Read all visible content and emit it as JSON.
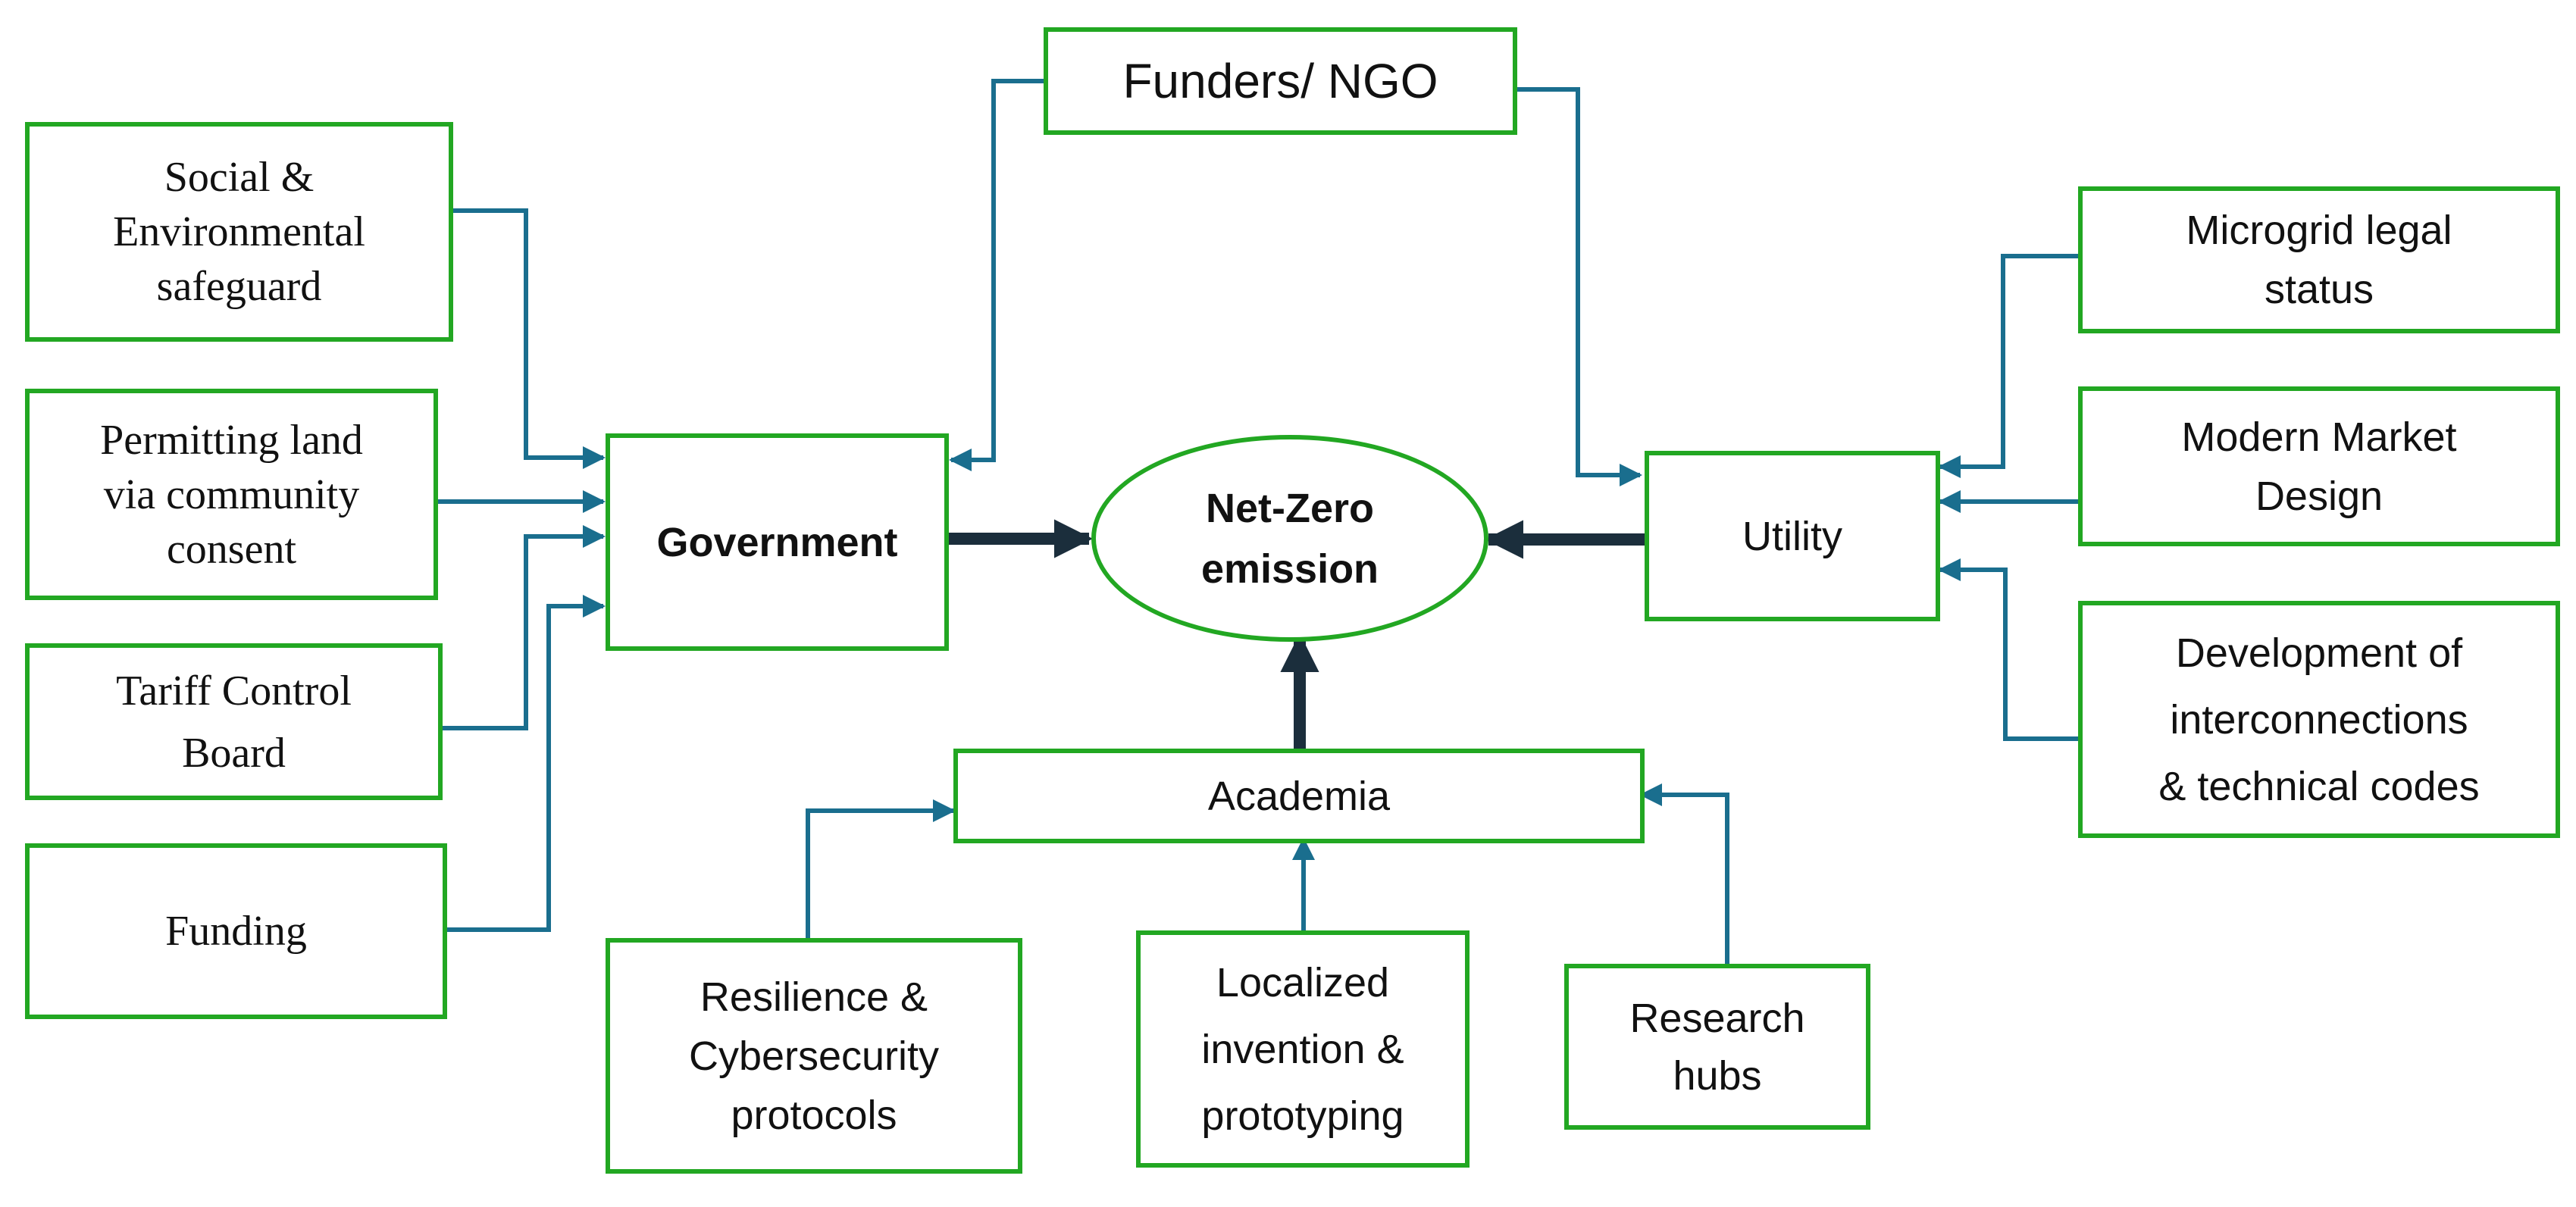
{
  "colors": {
    "box_border": "#22a722",
    "connector": "#1a6e8e",
    "main_arrow": "#1b2e3c"
  },
  "nodes": {
    "funders": "Funders/ NGO",
    "government": "Government",
    "net_zero": "Net-Zero\nemission",
    "utility": "Utility",
    "academia": "Academia",
    "social_env": "Social &\nEnvironmental\nsafeguard",
    "permitting": "Permitting land\nvia community\nconsent",
    "tariff": "Tariff Control\nBoard",
    "funding": "Funding",
    "microgrid": "Microgrid legal\nstatus",
    "market": "Modern Market\nDesign",
    "interconnections": "Development of\ninterconnections\n& technical codes",
    "resilience": "Resilience &\nCybersecurity\nprotocols",
    "localized": "Localized\ninvention &\nprototyping",
    "research": "Research\nhubs"
  }
}
